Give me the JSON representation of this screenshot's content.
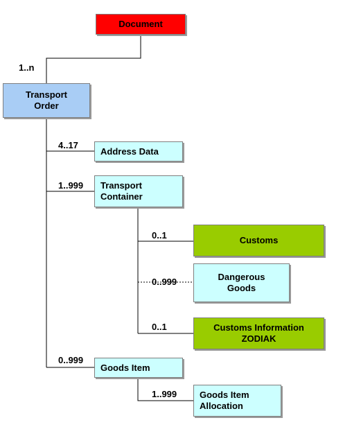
{
  "nodes": {
    "document": "Document",
    "transport_order": "Transport\nOrder",
    "address_data": "Address Data",
    "transport_container": "Transport\nContainer",
    "customs": "Customs",
    "dangerous_goods": "Dangerous\nGoods",
    "customs_information": "Customs Information\nZODIAK",
    "goods_item": "Goods Item",
    "goods_item_allocation": "Goods Item\nAllocation"
  },
  "cardinalities": {
    "transport_order": "1..n",
    "address_data": "4..17",
    "transport_container": "1..999",
    "customs": "0..1",
    "dangerous_goods": "0..999",
    "customs_information": "0..1",
    "goods_item": "0..999",
    "goods_item_allocation": "1..999"
  },
  "colors": {
    "document": "#ff0000",
    "transport_order": "#a9cdf5",
    "child": "#ccffff",
    "customs": "#99cc00"
  }
}
